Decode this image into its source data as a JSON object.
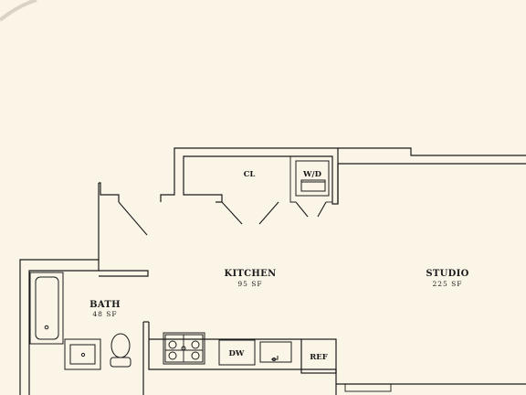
{
  "rooms": {
    "kitchen": {
      "name": "KITCHEN",
      "area": "95 SF"
    },
    "studio": {
      "name": "STUDIO",
      "area": "225 SF"
    },
    "bath": {
      "name": "BATH",
      "area": "48 SF"
    },
    "closet": {
      "name": "CL"
    }
  },
  "appliances": {
    "washer_dryer": "W/D",
    "dishwasher": "DW",
    "refrigerator": "REF"
  },
  "colors": {
    "background": "#fbf5e8",
    "lines": "#1a1a1a"
  }
}
